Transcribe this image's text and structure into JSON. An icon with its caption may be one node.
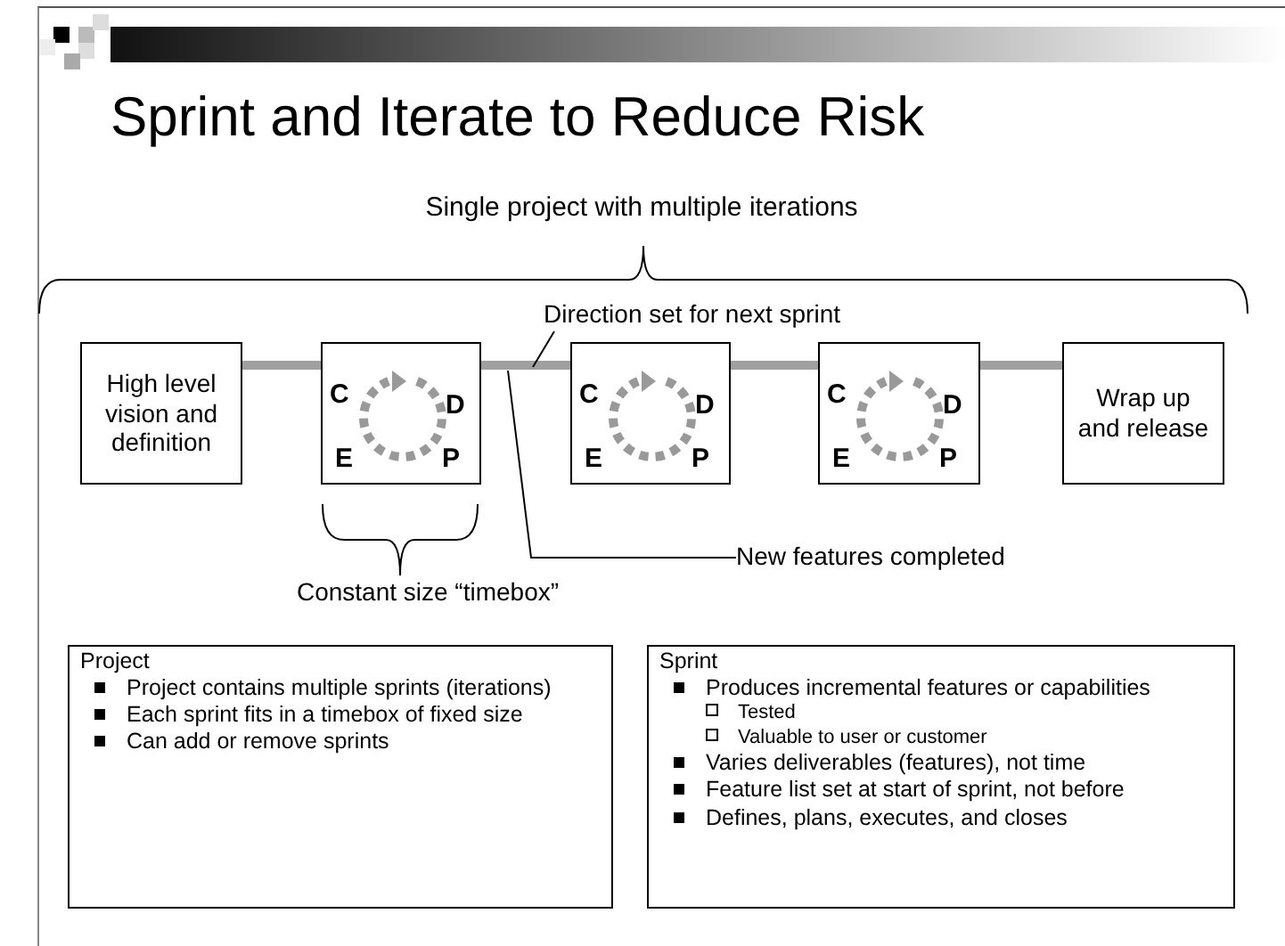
{
  "diagram": {
    "title": "Sprint and Iterate to Reduce Risk",
    "nodes": [
      {
        "text": [
          "High level vision and definition"
        ]
      },
      {
        "text": [
          "C",
          "D",
          "E",
          "P"
        ]
      },
      {
        "text": [
          "C",
          "D",
          "E",
          "P"
        ]
      },
      {
        "text": [
          "C",
          "D",
          "E",
          "P"
        ]
      },
      {
        "text": [
          "Wrap up and release"
        ]
      },
      {
        "text": [
          "Direction set for next sprint"
        ]
      },
      {
        "text": [
          "New features completed"
        ]
      },
      {
        "text": [
          "Project",
          "Project contains multiple sprints (iterations)",
          "Each sprint fits in a timebox of fixed size",
          "Can add or remove sprints"
        ]
      },
      {
        "text": [
          "Sprint",
          "Produces incremental features or capabilities",
          "Tested",
          "Valuable to user or customer",
          "Varies deliverables (features), not time",
          "Feature list set at start of sprint, not before",
          "Defines, plans, executes, and closes"
        ]
      }
    ],
    "edges": [
      {
        "from": 0,
        "to": 1,
        "arrow": "none"
      },
      {
        "from": 1,
        "to": 2,
        "arrow": "none"
      },
      {
        "from": 2,
        "to": 3,
        "arrow": "none"
      },
      {
        "from": 3,
        "to": 4,
        "arrow": "none"
      },
      {
        "from": 5,
        "to": null,
        "arrow": "none",
        "color": "#000000"
      },
      {
        "from": 6,
        "to": null,
        "arrow": "none",
        "color": "#000000"
      }
    ],
    "labels": [
      "Single project with multiple iterations",
      "Constant size “timebox”"
    ]
  }
}
